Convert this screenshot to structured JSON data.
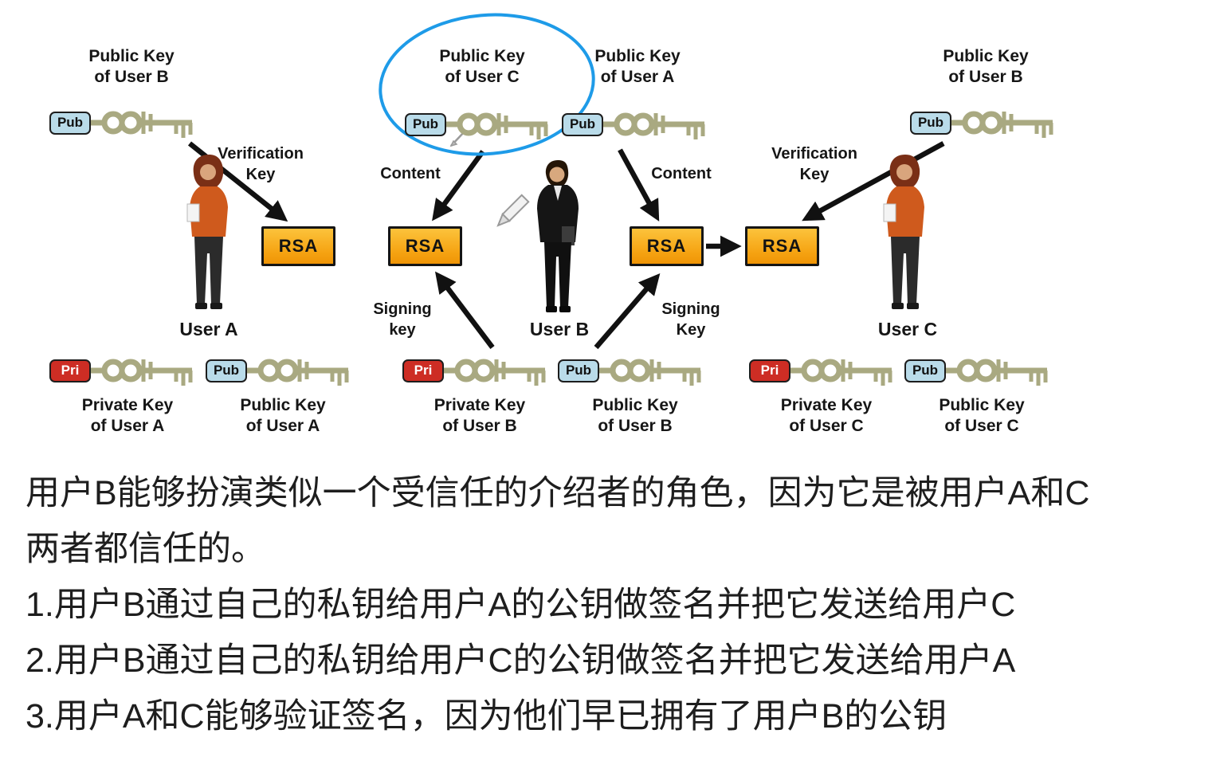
{
  "diagram": {
    "top_keys": [
      {
        "tag": "Pub",
        "label": "Public Key\nof User B"
      },
      {
        "tag": "Pub",
        "label": "Public Key\nof User C",
        "annotated": true
      },
      {
        "tag": "Pub",
        "label": "Public Key\nof User A"
      },
      {
        "tag": "Pub",
        "label": "Public Key\nof User B"
      }
    ],
    "bottom_keys": [
      {
        "tag": "Pri",
        "label": "Private Key\nof User A"
      },
      {
        "tag": "Pub",
        "label": "Public Key\nof User A"
      },
      {
        "tag": "Pri",
        "label": "Private Key\nof User B"
      },
      {
        "tag": "Pub",
        "label": "Public Key\nof User B"
      },
      {
        "tag": "Pri",
        "label": "Private Key\nof User C"
      },
      {
        "tag": "Pub",
        "label": "Public Key\nof User C"
      }
    ],
    "rsa_label": "RSA",
    "labels": {
      "verification_key_left": "Verification\nKey",
      "content_left": "Content",
      "signing_key_left": "Signing\nkey",
      "content_right": "Content",
      "signing_key_right": "Signing\nKey",
      "verification_key_right": "Verification\nKey"
    },
    "users": {
      "a": "User A",
      "b": "User B",
      "c": "User C"
    },
    "colors": {
      "rsa_fill": "#F5A211",
      "pub_tag": "#B9DBE9",
      "pri_tag": "#CD2D24",
      "key_body": "#A9A981",
      "annotation_blue": "#1E9BE8",
      "arrow_black": "#111111"
    }
  },
  "notes": {
    "paragraph": "用户B能够扮演类似一个受信任的介绍者的角色，因为它是被用户A和C\n两者都信任的。",
    "item1": "1.用户B通过自己的私钥给用户A的公钥做签名并把它发送给用户C",
    "item2": "2.用户B通过自己的私钥给用户C的公钥做签名并把它发送给用户A",
    "item3": "3.用户A和C能够验证签名，因为他们早已拥有了用户B的公钥"
  }
}
